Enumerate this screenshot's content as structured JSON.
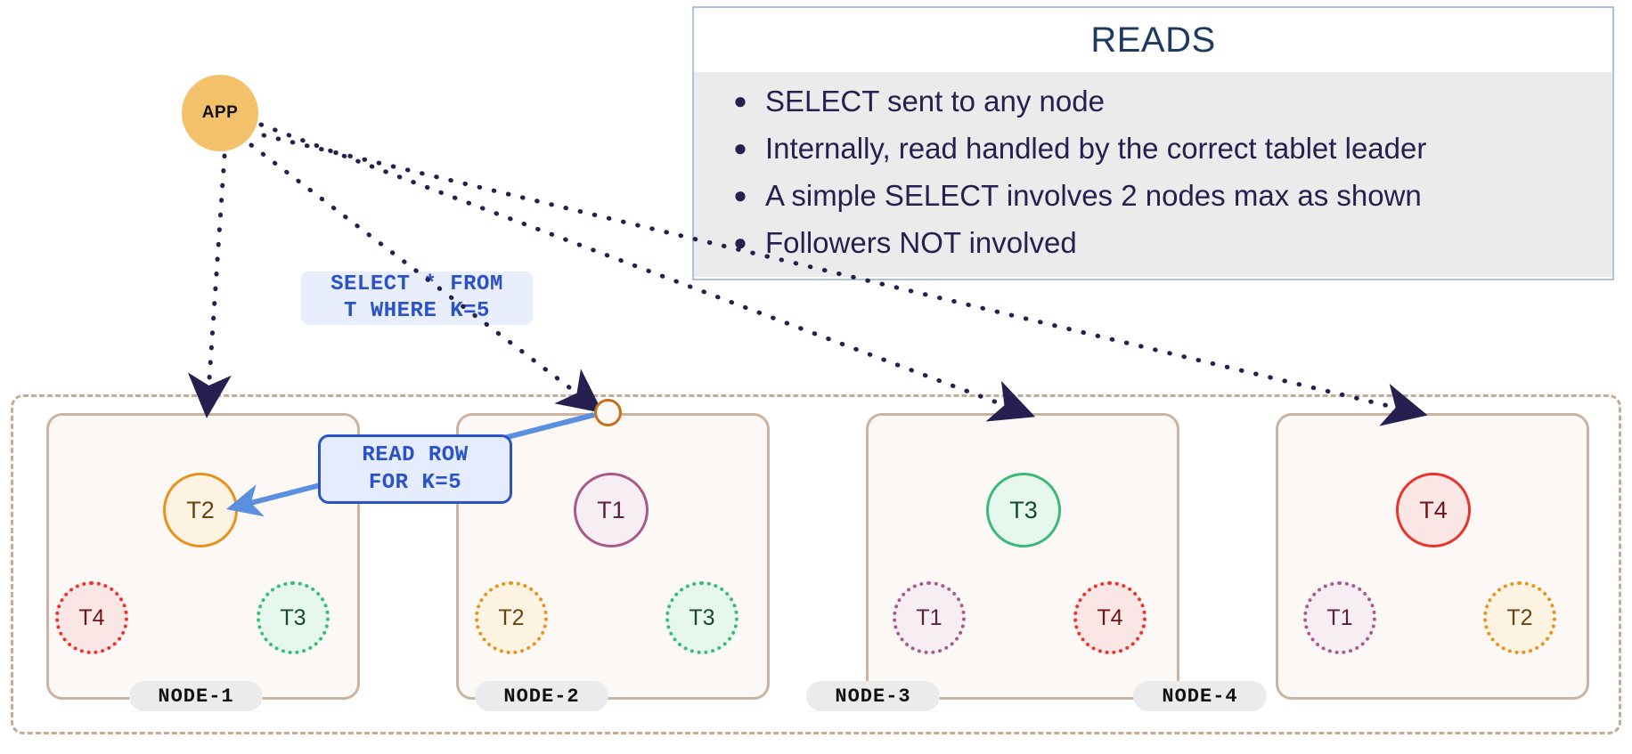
{
  "reads_panel": {
    "title": "READS",
    "bullet_glyph": "●",
    "items": [
      "SELECT sent to any node",
      "Internally, read handled by the correct tablet leader",
      "A simple SELECT involves 2 nodes max as shown",
      "Followers NOT involved"
    ],
    "border_color": "#aac4e0",
    "body_bg": "#ebebeb",
    "title_color": "#1e3a5f"
  },
  "app": {
    "label": "APP",
    "fill": "#f3c16a",
    "text_color": "#111111"
  },
  "sql_callout": {
    "line1": "SELECT * FROM",
    "line2": "T WHERE K=5",
    "bg": "#e8eefc",
    "text_color": "#2b52c8"
  },
  "read_callout": {
    "line1": "READ ROW",
    "line2": "FOR K=5",
    "bg": "#e4ecfd",
    "border": "#2b52c8",
    "text_color": "#2b52c8"
  },
  "cluster": {
    "border_color": "#c4ab96",
    "nodes": [
      {
        "name": "NODE-1",
        "leader": {
          "label": "T2",
          "color": "orange",
          "role": "leader"
        },
        "followers": [
          {
            "label": "T4",
            "color": "red",
            "role": "follower"
          },
          {
            "label": "T3",
            "color": "green",
            "role": "follower"
          }
        ]
      },
      {
        "name": "NODE-2",
        "leader": {
          "label": "T1",
          "color": "purple",
          "role": "leader"
        },
        "followers": [
          {
            "label": "T2",
            "color": "orange",
            "role": "follower"
          },
          {
            "label": "T3",
            "color": "green",
            "role": "follower"
          }
        ]
      },
      {
        "name": "NODE-3",
        "leader": {
          "label": "T3",
          "color": "green",
          "role": "leader"
        },
        "followers": [
          {
            "label": "T1",
            "color": "purple",
            "role": "follower"
          },
          {
            "label": "T4",
            "color": "red",
            "role": "follower"
          }
        ]
      },
      {
        "name": "NODE-4",
        "leader": {
          "label": "T4",
          "color": "red",
          "role": "leader"
        },
        "followers": [
          {
            "label": "T1",
            "color": "purple",
            "role": "follower"
          },
          {
            "label": "T2",
            "color": "orange",
            "role": "follower"
          }
        ]
      }
    ]
  },
  "connectors": {
    "dotted_color": "#262050",
    "blue_color": "#5b8fe0",
    "connection_dot_border": "#c9701a"
  }
}
